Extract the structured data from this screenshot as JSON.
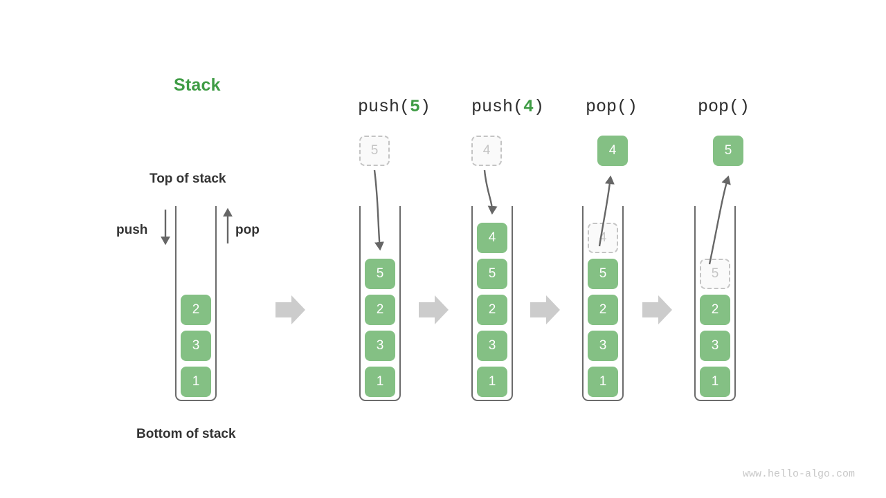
{
  "title": "Stack",
  "labels": {
    "top_of_stack": "Top of stack",
    "bottom_of_stack": "Bottom of stack",
    "push": "push",
    "pop": "pop"
  },
  "watermark": "www.hello-algo.com",
  "colors": {
    "accent_green": "#3f9c45",
    "cell_green": "#84c084",
    "ghost_border": "#c4c4c4",
    "ghost_text": "#c4c4c4",
    "container_stroke": "#6b6b6b",
    "transition_arrow": "#cccccc",
    "motion_arrow": "#666666",
    "text_dark": "#333333",
    "watermark": "#c8c8c8"
  },
  "columns": [
    {
      "id": "initial",
      "header": null,
      "header_op": null,
      "header_arg": null,
      "stack": [
        "2",
        "3",
        "1"
      ],
      "floating": null,
      "ghost_in_stack": null
    },
    {
      "id": "push-5",
      "header_op": "push(",
      "header_arg": "5",
      "header_close": ")",
      "stack": [
        "5",
        "2",
        "3",
        "1"
      ],
      "floating": {
        "value": "5",
        "style": "ghost"
      },
      "arrow_direction": "down",
      "ghost_in_stack": null
    },
    {
      "id": "push-4",
      "header_op": "push(",
      "header_arg": "4",
      "header_close": ")",
      "stack": [
        "4",
        "5",
        "2",
        "3",
        "1"
      ],
      "floating": {
        "value": "4",
        "style": "ghost"
      },
      "arrow_direction": "down",
      "ghost_in_stack": null
    },
    {
      "id": "pop-1",
      "header_op": "pop(",
      "header_arg": "",
      "header_close": ")",
      "stack": [
        "4",
        "5",
        "2",
        "3",
        "1"
      ],
      "floating": {
        "value": "4",
        "style": "filled"
      },
      "arrow_direction": "up",
      "ghost_in_stack": "4"
    },
    {
      "id": "pop-2",
      "header_op": "pop(",
      "header_arg": "",
      "header_close": ")",
      "stack": [
        "5",
        "2",
        "3",
        "1"
      ],
      "floating": {
        "value": "5",
        "style": "filled"
      },
      "arrow_direction": "up",
      "ghost_in_stack": "5"
    }
  ],
  "transition_arrows": 4
}
